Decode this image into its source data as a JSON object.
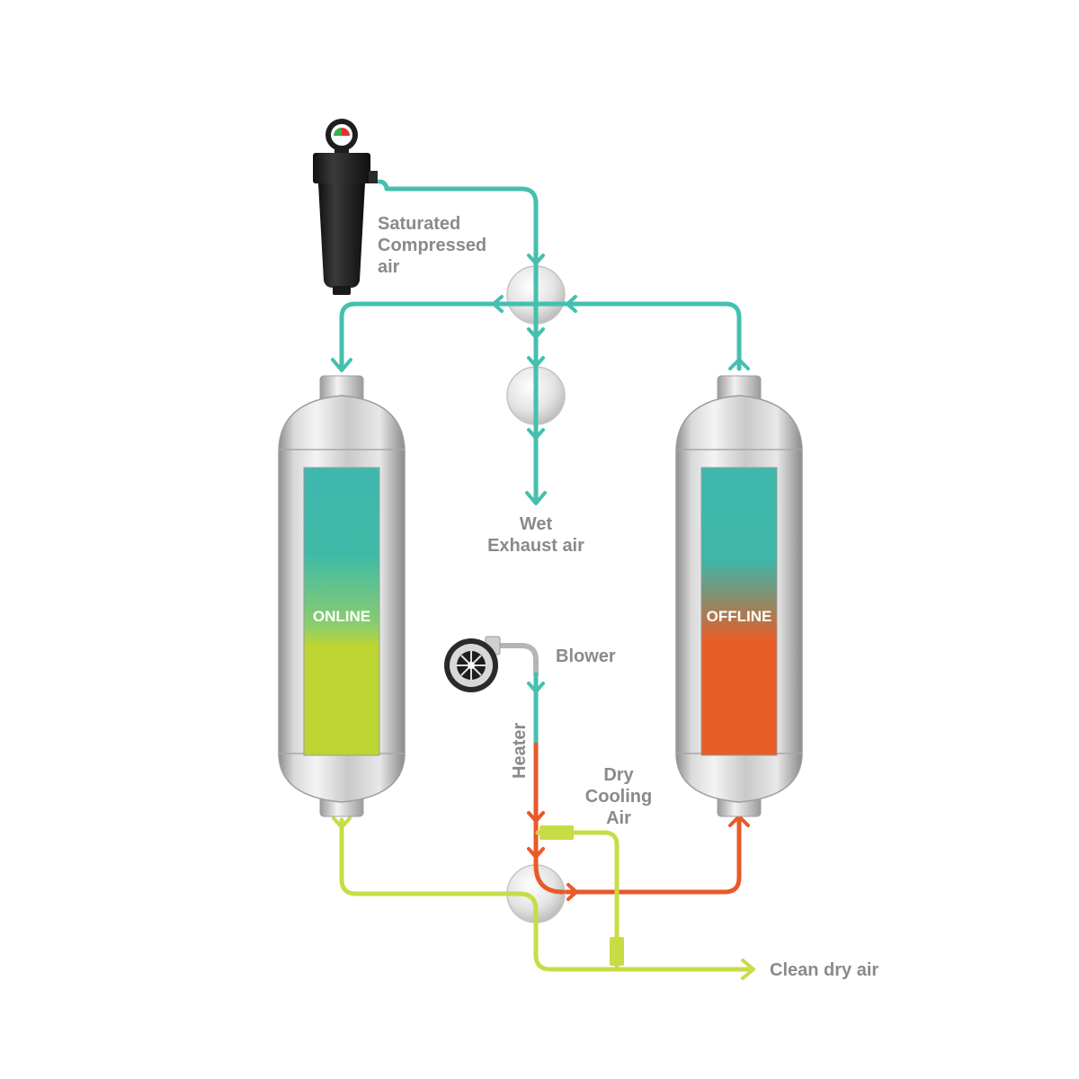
{
  "labels": {
    "saturated": [
      "Saturated",
      "Compressed",
      "air"
    ],
    "wet_exhaust": [
      "Wet",
      "Exhaust air"
    ],
    "blower": "Blower",
    "heater": "Heater",
    "dry_cooling": [
      "Dry",
      "Cooling",
      "Air"
    ],
    "clean_dry_air": "Clean dry air",
    "online": "ONLINE",
    "offline": "OFFLINE"
  },
  "colors": {
    "teal": "#45bfae",
    "lime": "#c8dc46",
    "orange": "#e9592a",
    "grey_line": "#b5b5b5",
    "label_grey": "#8a8a8a",
    "filter_black": "#1e1e1e"
  }
}
